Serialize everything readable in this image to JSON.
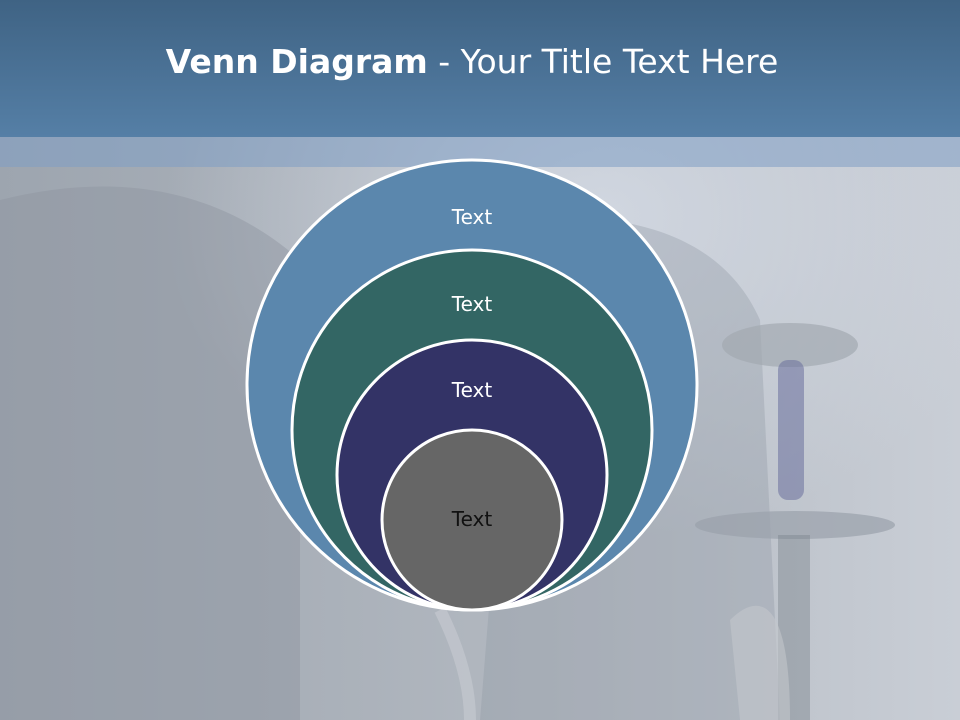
{
  "slide": {
    "title_bold": "Venn Diagram",
    "title_rest": " - Your Title Text Here"
  },
  "diagram": {
    "rings": [
      {
        "label": "Text",
        "fill": "#5b87ad",
        "label_color": "#ffffff"
      },
      {
        "label": "Text",
        "fill": "#336664",
        "label_color": "#ffffff"
      },
      {
        "label": "Text",
        "fill": "#333366",
        "label_color": "#ffffff"
      },
      {
        "label": "Text",
        "fill": "#666666",
        "label_color": "#111111"
      }
    ]
  },
  "colors": {
    "title_band": "#4a7499",
    "slide_background": "#b8bec6",
    "ring_stroke": "#ffffff"
  }
}
